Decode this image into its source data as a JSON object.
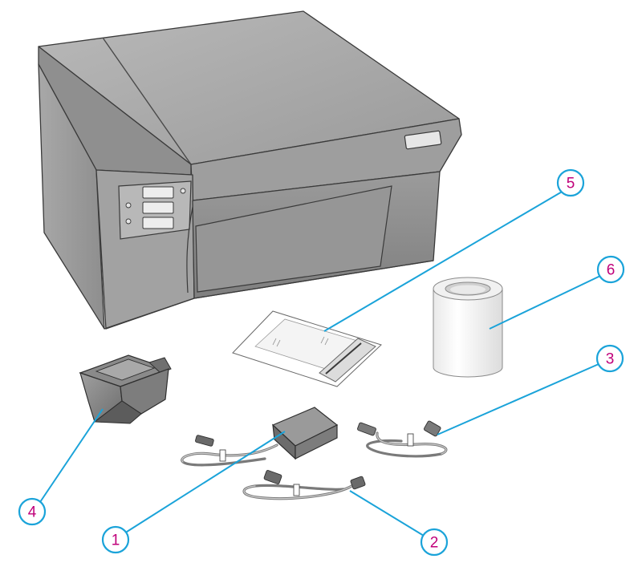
{
  "callouts": [
    {
      "id": "1",
      "label": "1",
      "part": "power-adapter"
    },
    {
      "id": "2",
      "label": "2",
      "part": "power-cord"
    },
    {
      "id": "3",
      "label": "3",
      "part": "usb-cable"
    },
    {
      "id": "4",
      "label": "4",
      "part": "ink-cartridge"
    },
    {
      "id": "5",
      "label": "5",
      "part": "documentation-packet"
    },
    {
      "id": "6",
      "label": "6",
      "part": "label-roll"
    }
  ],
  "colors": {
    "callout_ring": "#1aa3d9",
    "callout_text": "#c0007a",
    "printer_top": "#a3a3a3",
    "printer_front": "#8c8c8c",
    "printer_side": "#b5b5b5"
  }
}
